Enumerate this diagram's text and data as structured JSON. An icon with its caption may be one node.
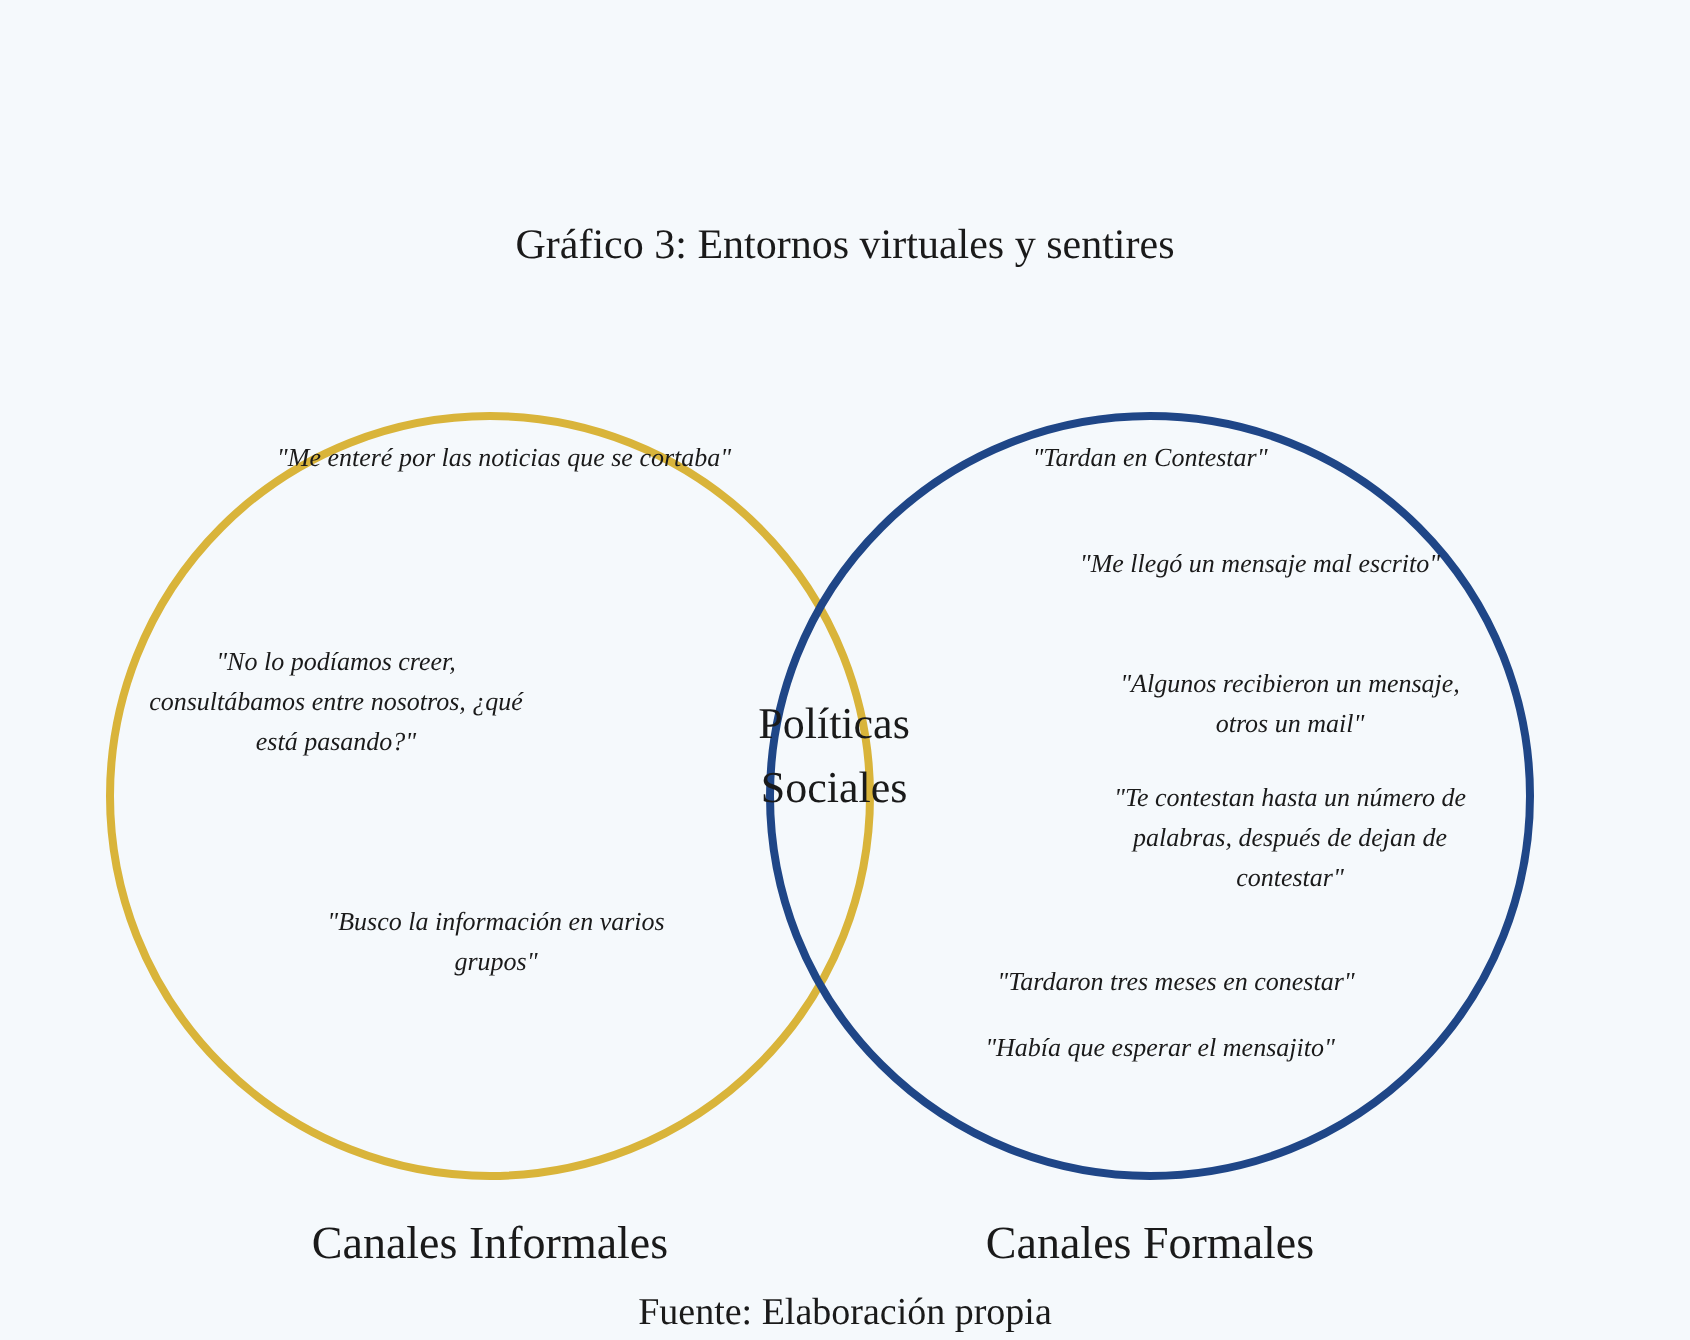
{
  "diagram": {
    "title": "Gráfico 3: Entornos virtuales y sentires",
    "caption": "Fuente: Elaboración propia",
    "nodes": [
      {
        "text": [
          "Canales Informales"
        ]
      },
      {
        "text": [
          "Canales Formales"
        ]
      }
    ],
    "labels": [
      "\"Me enteré por las noticias que se cortaba\"",
      "\"No lo podíamos creer, consultábamos entre nosotros, ¿qué está pasando?\"",
      "\"Busco la información en varios grupos\"",
      "Políticas Sociales",
      "\"Tardan en Contestar\"",
      "\"Me llegó un mensaje mal escrito\"",
      "\"Algunos recibieron un mensaje, otros un mail\"",
      "\"Te contestan hasta un número de palabras, después de dejan de contestar\"",
      "\"Tardaron tres meses en conestar\"",
      "\"Había que esperar el mensajito\""
    ]
  }
}
